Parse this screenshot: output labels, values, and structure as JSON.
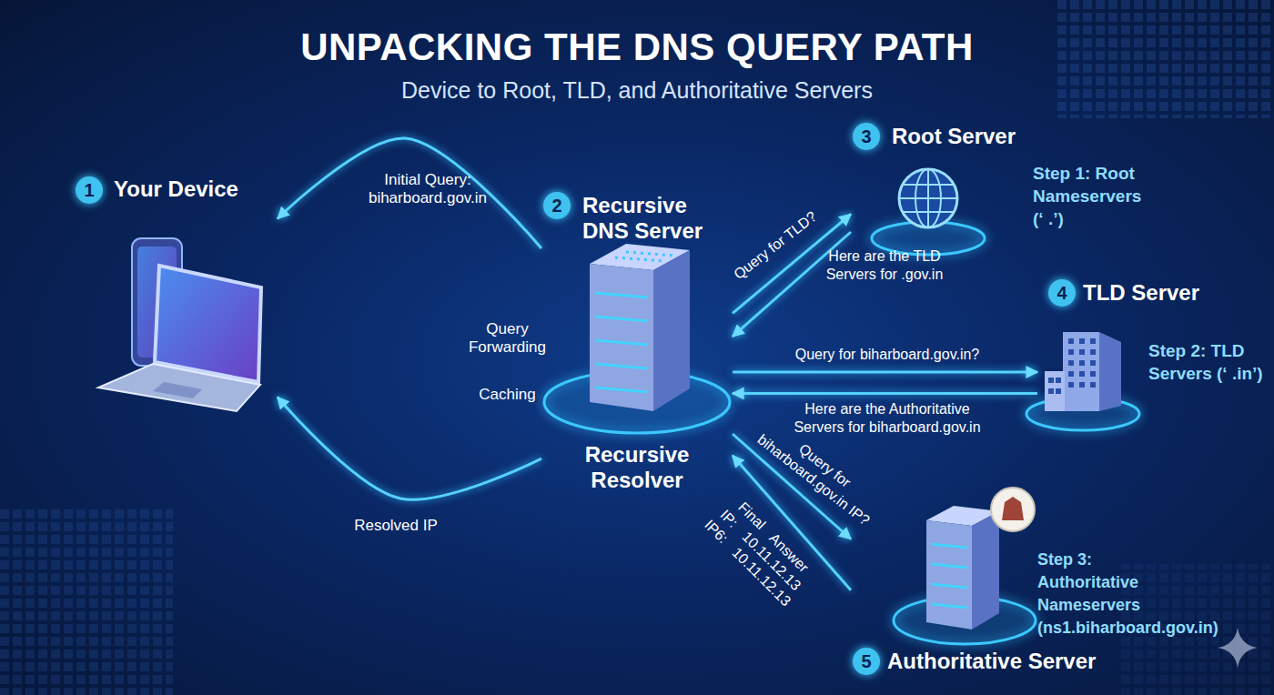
{
  "diagram": {
    "title": "UNPACKING THE DNS QUERY PATH",
    "nodes": [
      {
        "text": [
          "1",
          "Your Device"
        ]
      },
      {
        "text": [
          "2",
          "Recursive DNS Server",
          "Recursive Resolver"
        ]
      },
      {
        "text": [
          "3",
          "Root Server",
          "Step 1: Root Nameservers (‘ .’)"
        ]
      },
      {
        "text": [
          "4",
          "TLD Server",
          "Step 2: TLD Servers (‘ .in’)"
        ]
      },
      {
        "text": [
          "Step 3: Authoritative Nameservers (ns1.biharboard.gov.in)",
          "5",
          "Authoritative Server"
        ]
      }
    ],
    "edges": [
      {
        "from": 1,
        "to": 0,
        "label": "Initial Query: biharboard.gov.in",
        "arrow": "to"
      },
      {
        "from": 1,
        "to": 0,
        "label": "Resolved IP",
        "arrow": "to"
      },
      {
        "from": 1,
        "to": 2,
        "label": "Query for TLD?",
        "arrow": "to"
      },
      {
        "from": 2,
        "to": 1,
        "label": "Here are the TLD Servers for .gov.in",
        "arrow": "to"
      },
      {
        "from": 1,
        "to": 3,
        "label": "Query for biharboard.gov.in?",
        "arrow": "to"
      },
      {
        "from": 3,
        "to": 1,
        "label": "Here are the Authoritative Servers for biharboard.gov.in",
        "arrow": "to"
      },
      {
        "from": 1,
        "to": 4,
        "label": "Query for biharboard.gov.in IP?",
        "arrow": "to"
      },
      {
        "from": 4,
        "to": 1,
        "label": "Final Answer IP: 10.11.12.13 IP6: 10.11.12.13",
        "arrow": "to"
      }
    ],
    "labels": [
      "Device to Root, TLD, and Authoritative Servers",
      "Query Forwarding",
      "Caching"
    ]
  }
}
